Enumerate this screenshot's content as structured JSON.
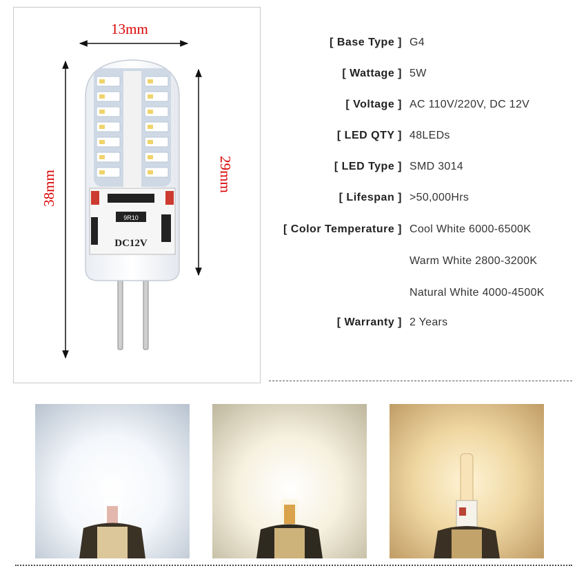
{
  "dimensions": {
    "width_label": "13mm",
    "height_label": "38mm",
    "body_label": "29mm",
    "board_text": "DC12V",
    "chip_text": "9R10"
  },
  "specs": [
    {
      "label": "[ Base Type ]",
      "value": "G4"
    },
    {
      "label": "[ Wattage ]",
      "value": "5W"
    },
    {
      "label": "[ Voltage ]",
      "value": "AC 110V/220V, DC 12V"
    },
    {
      "label": "[ LED QTY ]",
      "value": "48LEDs"
    },
    {
      "label": "[ LED Type ]",
      "value": "SMD 3014"
    },
    {
      "label": "[ Lifespan ]",
      "value": ">50,000Hrs"
    },
    {
      "label": "[ Color Temperature ]",
      "value": "Cool White 6000-6500K"
    },
    {
      "label": "",
      "value": "Warm White 2800-3200K"
    },
    {
      "label": "",
      "value": "Natural White 4000-4500K"
    },
    {
      "label": "[ Warranty ]",
      "value": "2 Years"
    }
  ],
  "colors": {
    "dimension_red": "#d90000",
    "cool_white": "#f2f6fb",
    "natural_white": "#f7f1df",
    "warm_white": "#f0d9a8"
  },
  "photos": [
    {
      "name": "cool-white-photo"
    },
    {
      "name": "natural-white-photo"
    },
    {
      "name": "warm-white-photo"
    }
  ]
}
